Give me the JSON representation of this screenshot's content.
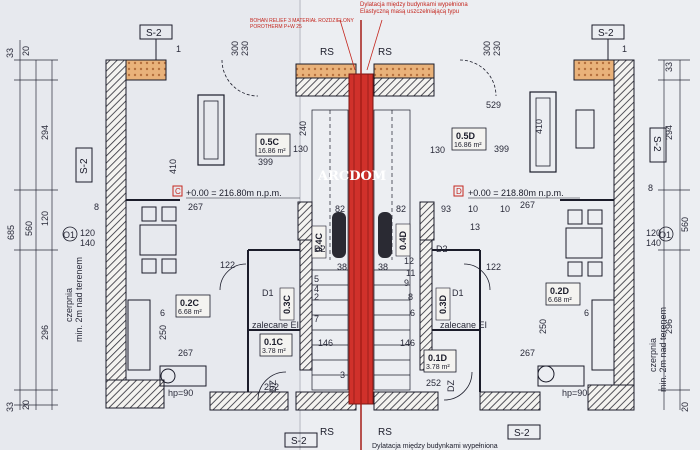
{
  "watermark": "ARCDOM",
  "top_notes": {
    "note1": "Dylatacja między budynkami wypełniona",
    "note2": "Elastyczną masą uszczelniającą typu",
    "note3": "BOHAN RELIEF 3 MATERIAŁ ROZDZIELONY",
    "note4": "POROTHERM P+W 25"
  },
  "bottom_notes": {
    "note1": "Dylatacja między budynkami wypełniona"
  },
  "section_marks": {
    "s2_top_left": "S-2",
    "s2_top_right": "S-2",
    "s2_left": "S-2",
    "s2_right": "S-2",
    "s2_bottom_left": "S-2",
    "s2_bottom_right": "S-2",
    "rs_top_left": "RS",
    "rs_top_right": "RS",
    "rs_bottom_left": "RS",
    "rs_bottom_right": "RS"
  },
  "rooms": {
    "left_living": {
      "id": "0.5C",
      "area": "16.86 m²"
    },
    "right_living": {
      "id": "0.5D",
      "area": "16.86 m²"
    },
    "left_kitchen": {
      "id": "0.2C",
      "area": "6.68 m²"
    },
    "right_kitchen": {
      "id": "0.2D",
      "area": "6.68 m²"
    },
    "left_hall": {
      "id": "0.1C",
      "area": "3.78 m²"
    },
    "right_hall": {
      "id": "0.1D",
      "area": "3.78 m²"
    },
    "left_stair": {
      "id": "0.4C"
    },
    "right_stair": {
      "id": "0.4D"
    },
    "left_wc": {
      "id": "0.3C"
    },
    "right_wc": {
      "id": "0.3D"
    }
  },
  "levels": {
    "left": "+0.00 = 216.80m n.p.m.",
    "right": "+0.00 = 218.80m n.p.m.",
    "left_letter": "C",
    "right_letter": "D"
  },
  "dimensions": {
    "left_col": [
      "20",
      "294",
      "685",
      "296",
      "20",
      "33",
      "560",
      "120",
      "140",
      "33"
    ],
    "right_col": [
      "33",
      "294",
      "560",
      "296",
      "20"
    ],
    "left_window": "410",
    "right_window": "410",
    "top_left_window": "300",
    "top_left_window2": "230",
    "top_right_window": "300",
    "top_right_window2": "230",
    "living_width_left": "399",
    "living_width_right": "399",
    "d529": "529",
    "d130a": "130",
    "d130b": "130",
    "d267a": "267",
    "d267b": "267",
    "d267c": "267",
    "d267d": "267",
    "d93": "93",
    "d10": "10",
    "d82a": "82",
    "d82b": "82",
    "d38a": "38",
    "d38b": "38",
    "d122a": "122",
    "d122b": "122",
    "d250a": "250",
    "d250b": "250",
    "d252a": "252",
    "d252b": "252",
    "d146a": "146",
    "d146b": "146",
    "d120_140_left": "120",
    "d140_left": "140",
    "d120_right": "120",
    "d140_right": "140",
    "d8a": "8",
    "d8b": "8",
    "d6a": "6",
    "d6b": "6",
    "d13": "13",
    "d240": "240"
  },
  "labels": {
    "o1_left": "O1",
    "o1_right": "O1",
    "d1_left": "D1",
    "d2_left": "D2",
    "d1_right": "D1",
    "d2_right": "D2",
    "dz_left": "DZ",
    "dz_right": "DZ",
    "czerpnia_left": "czerpnia",
    "czerpnia_left2": "min. 2m nad terenem",
    "czerpnia_right": "czerpnia",
    "czerpnia_right2": "min. 2m nad terenem",
    "zalecane_left": "zalecane EI",
    "zalecane_right": "zalecane EI",
    "hp_left": "hp=90",
    "hp_right": "hp=90",
    "num1a": "1",
    "num1b": "1",
    "num2": "2",
    "num3": "3",
    "num4": "4",
    "num5": "5",
    "num6": "6",
    "num7": "7",
    "num8": "8",
    "num9": "9",
    "num10": "10",
    "num11": "11",
    "num12": "12"
  }
}
